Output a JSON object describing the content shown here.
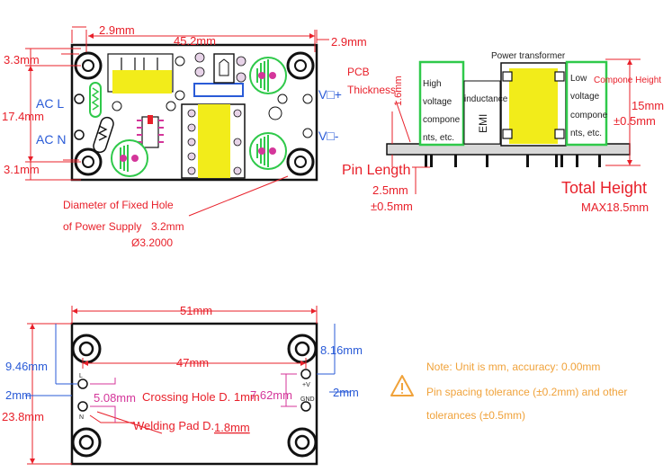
{
  "colors": {
    "dimension_red": "#e8202a",
    "label_blue": "#2a5bd7",
    "label_pink": "#d4369a",
    "note_orange": "#f0a23a",
    "capacitor_green": "#2fc94a",
    "component_yellow": "#f2ec1a",
    "pcb_border": "#111111"
  },
  "top_view": {
    "dim_left_offset": "2.9mm",
    "dim_width": "45.2mm",
    "dim_right_offset": "2.9mm",
    "dim_top_hole": "3.3mm",
    "dim_height": "17.4mm",
    "dim_bottom_hole": "3.1mm",
    "label_ac_l": "AC  L",
    "label_ac_n": "AC  N",
    "label_vplus": "V□+",
    "label_vminus": "V□-",
    "note_line1": "Diameter of Fixed Hole",
    "note_line2": "of Power Supply",
    "note_value": "3.2mm",
    "note_diameter": "Ø3.2000"
  },
  "side_view": {
    "title_transformer": "Power transformer",
    "pcb_label_line1": "PCB",
    "pcb_label_line2": "Thickness",
    "pcb_thickness": "1.6mm",
    "hv_lines": [
      "High",
      "voltage",
      "compone",
      "nts, etc."
    ],
    "inductance": "inductance",
    "emi": "EMI",
    "lv_lines": [
      "Low",
      "voltage",
      "compone",
      "nts, etc."
    ],
    "component_height_label": "Compone Height",
    "component_height_value": "15mm",
    "component_height_tol": "±0.5mm",
    "pin_length_label": "Pin Length",
    "pin_length_value": "2.5mm",
    "pin_length_tol": "±0.5mm",
    "total_height_label": "Total Height",
    "total_height_value": "MAX18.5mm"
  },
  "bottom_view": {
    "dim_width": "51mm",
    "dim_pin_span": "47mm",
    "dim_left_pin_offset": "9.46mm",
    "dim_right_pin_offset": "8.16mm",
    "dim_left_edge": "2mm",
    "dim_right_edge": "2mm",
    "dim_height": "23.8mm",
    "dim_left_pitch": "5.08mm",
    "crossing_hole": "Crossing Hole D. 1mm",
    "dim_right_pitch": "7.62mm",
    "welding_pad_label": "Welding Pad D.",
    "welding_pad_value": "1.8mm",
    "pin_l": "L",
    "pin_n": "N",
    "pin_v": "+V",
    "pin_gnd": "GND"
  },
  "note": {
    "line1": "Note: Unit is mm, accuracy: 0.00mm",
    "line2": "Pin spacing tolerance (±0.2mm) and other",
    "line3": "tolerances (±0.5mm)"
  }
}
